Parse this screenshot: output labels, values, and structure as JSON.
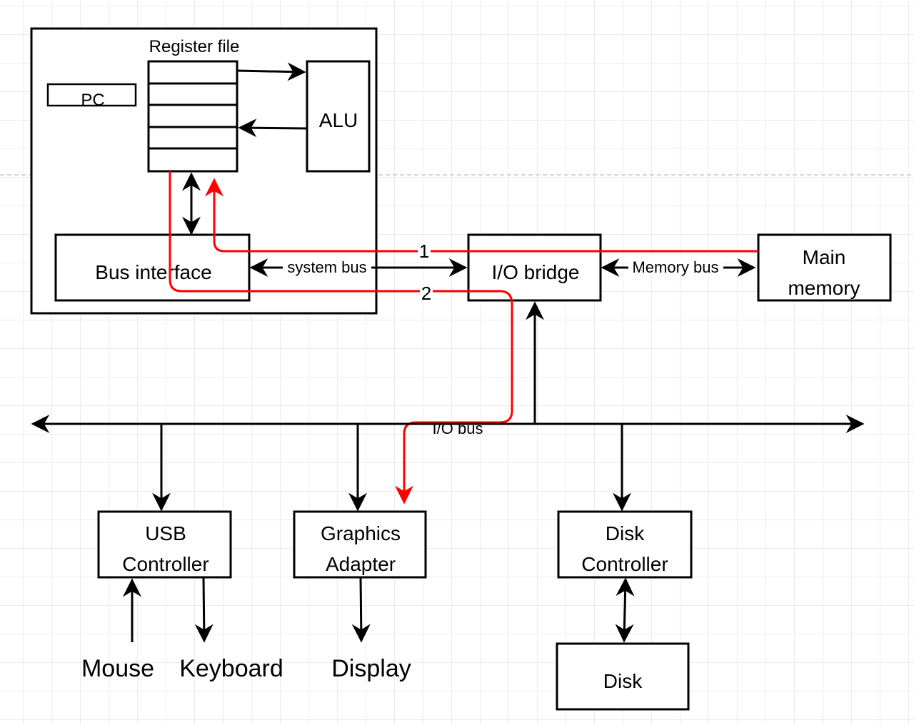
{
  "labels": {
    "register_file": "Register file",
    "pc": "PC",
    "alu": "ALU",
    "bus_interface": "Bus interface",
    "system_bus": "system bus",
    "io_bridge": "I/O bridge",
    "memory_bus": "Memory bus",
    "main_memory_line1": "Main",
    "main_memory_line2": "memory",
    "io_bus": "I/O bus",
    "path_1": "1",
    "path_2": "2",
    "usb_line1": "USB",
    "usb_line2": "Controller",
    "graphics_line1": "Graphics",
    "graphics_line2": "Adapter",
    "disk_ctrl_line1": "Disk",
    "disk_ctrl_line2": "Controller",
    "mouse": "Mouse",
    "keyboard": "Keyboard",
    "display": "Display",
    "disk": "Disk"
  },
  "colors": {
    "stroke": "#000000",
    "data_path": "#ff0000"
  }
}
